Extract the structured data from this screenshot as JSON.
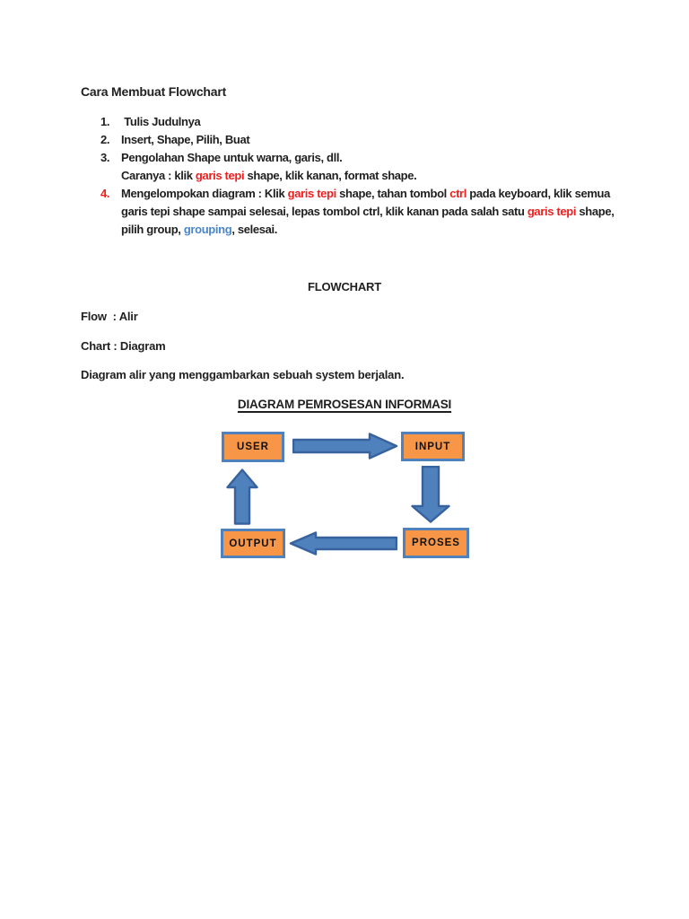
{
  "colors": {
    "text": "#1f1f1f",
    "red": "#ee1f1f",
    "link_blue": "#4a86c8",
    "box_fill": "#f79646",
    "box_border": "#4f81bd",
    "arrow_fill": "#4f81bd",
    "arrow_border": "#38629e"
  },
  "doc": {
    "title": "Cara Membuat Flowchart",
    "list": [
      {
        "num": "1.",
        "num_color": "default",
        "lines": [
          [
            {
              "t": " Tulis Judulnya"
            }
          ]
        ]
      },
      {
        "num": "2.",
        "num_color": "default",
        "lines": [
          [
            {
              "t": "Insert, Shape, Pilih, Buat"
            }
          ]
        ]
      },
      {
        "num": "3.",
        "num_color": "default",
        "lines": [
          [
            {
              "t": "Pengolahan Shape untuk warna, garis, dll."
            }
          ],
          [
            {
              "t": "Caranya : klik "
            },
            {
              "t": "garis tepi",
              "c": "red"
            },
            {
              "t": " shape, klik kanan, format shape."
            }
          ]
        ]
      },
      {
        "num": "4.",
        "num_color": "red",
        "lines": [
          [
            {
              "t": "Mengelompokan diagram : Klik "
            },
            {
              "t": "garis tepi",
              "c": "red"
            },
            {
              "t": " shape, tahan tombol "
            },
            {
              "t": "ctrl",
              "c": "red"
            },
            {
              "t": " pada keyboard, klik semua"
            }
          ],
          [
            {
              "t": "garis tepi shape sampai selesai, lepas tombol ctrl, klik kanan pada salah satu "
            },
            {
              "t": "garis tepi",
              "c": "red"
            },
            {
              "t": " shape,"
            }
          ],
          [
            {
              "t": "pilih group, "
            },
            {
              "t": "grouping",
              "c": "blue"
            },
            {
              "t": ", selesai."
            }
          ]
        ]
      }
    ],
    "flowchart_heading": "FLOWCHART",
    "flow_line": "Flow  : Alir",
    "chart_line": "Chart : Diagram",
    "description": "Diagram alir yang menggambarkan sebuah system berjalan.",
    "diagram_title": "DIAGRAM PEMROSESAN INFORMASI",
    "diagram": {
      "nodes": [
        "USER",
        "INPUT",
        "PROSES",
        "OUTPUT"
      ],
      "flow": "USER -> INPUT -> PROSES -> OUTPUT -> USER"
    }
  }
}
